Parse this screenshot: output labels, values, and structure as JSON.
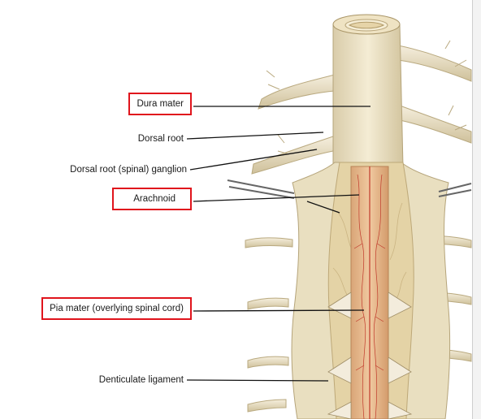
{
  "labels": {
    "dura": "Dura mater",
    "dorsal_root": "Dorsal root",
    "ganglion": "Dorsal root (spinal) ganglion",
    "arachnoid": "Arachnoid",
    "pia": "Pia mater (overlying spinal cord)",
    "denticulate": "Denticulate ligament"
  },
  "colors": {
    "highlight_box": "#e0141c",
    "leader_line": "#111111",
    "dura": "#efe4c4",
    "arachnoid": "#e6d8b2",
    "cord": "#e8b88f",
    "vessel": "#c0392b"
  }
}
